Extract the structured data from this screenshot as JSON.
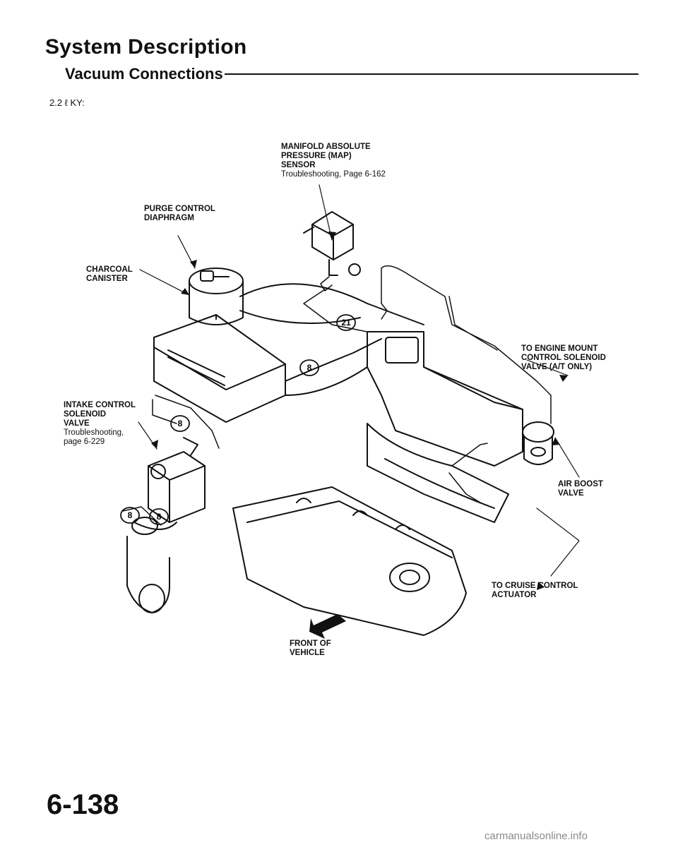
{
  "header": {
    "title": "System Description",
    "subtitle": "Vacuum Connections",
    "model": "2.2 ℓ KY:"
  },
  "labels": {
    "map_sensor": {
      "lines": [
        "MANIFOLD ABSOLUTE",
        "PRESSURE (MAP)",
        "SENSOR"
      ],
      "ref": "Troubleshooting, Page 6-162"
    },
    "purge_diaphragm": {
      "lines": [
        "PURGE CONTROL",
        "DIAPHRAGM"
      ]
    },
    "charcoal_canister": {
      "lines": [
        "CHARCOAL",
        "CANISTER"
      ]
    },
    "engine_mount": {
      "lines": [
        "TO ENGINE MOUNT",
        "CONTROL SOLENOID",
        "VALVE (A/T ONLY)"
      ]
    },
    "intake_solenoid": {
      "lines": [
        "INTAKE CONTROL",
        "SOLENOID",
        "VALVE"
      ],
      "ref_lines": [
        "Troubleshooting,",
        "page 6-229"
      ]
    },
    "air_boost": {
      "lines": [
        "AIR BOOST",
        "VALVE"
      ]
    },
    "cruise_actuator": {
      "lines": [
        "TO CRUISE CONTROL",
        "ACTUATOR"
      ]
    },
    "front": {
      "lines": [
        "FRONT OF",
        "VEHICLE"
      ]
    }
  },
  "callouts": [
    "21",
    "8",
    "8",
    "8",
    "8"
  ],
  "footer": {
    "page_number": "6-138",
    "watermark": "carmanualsonline.info"
  }
}
